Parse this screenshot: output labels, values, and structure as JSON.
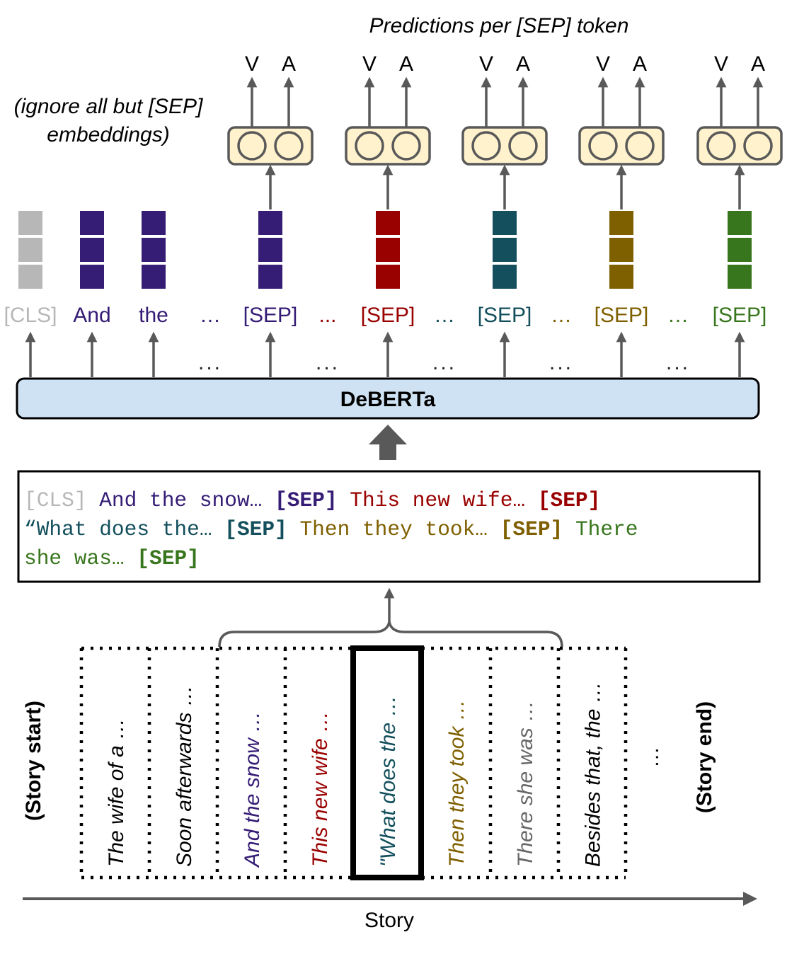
{
  "title": "Predictions per [SEP] token",
  "ignore_note": [
    "(ignore all but [SEP]",
    "embeddings)"
  ],
  "encoder_label": "DeBERTa",
  "axis_label": "Story",
  "story_start_label": "(Story start)",
  "story_end_label": "(Story end)",
  "output_labels": {
    "valence": "V",
    "arousal": "A"
  },
  "prediction_heads_count": 5,
  "colors": {
    "cls": "#b7b7b7",
    "purple": "#351c75",
    "red": "#990000",
    "teal": "#134f5c",
    "olive": "#7f6000",
    "green": "#38761d",
    "arrow": "#595959",
    "head_fill": "#fff2cc",
    "head_stroke": "#595959",
    "encoder_fill": "#cfe2f3"
  },
  "tokens": [
    {
      "text": "[CLS]",
      "color": "#b7b7b7",
      "embedding": true
    },
    {
      "text": "And",
      "color": "#351c75",
      "embedding": true
    },
    {
      "text": "the",
      "color": "#351c75",
      "embedding": true
    },
    {
      "text": "…",
      "color": "#351c75",
      "embedding": false
    },
    {
      "text": "[SEP]",
      "color": "#351c75",
      "embedding": true
    },
    {
      "text": "...",
      "color": "#990000",
      "embedding": false
    },
    {
      "text": "[SEP]",
      "color": "#990000",
      "embedding": true
    },
    {
      "text": "…",
      "color": "#134f5c",
      "embedding": false
    },
    {
      "text": "[SEP]",
      "color": "#134f5c",
      "embedding": true
    },
    {
      "text": "…",
      "color": "#7f6000",
      "embedding": false
    },
    {
      "text": "[SEP]",
      "color": "#7f6000",
      "embedding": true
    },
    {
      "text": "…",
      "color": "#38761d",
      "embedding": false
    },
    {
      "text": "[SEP]",
      "color": "#38761d",
      "embedding": true
    }
  ],
  "input_text": {
    "lines": [
      [
        {
          "text": "[CLS]",
          "color": "#b7b7b7",
          "bold": false
        },
        {
          "text": " ",
          "color": "#000000",
          "bold": false
        },
        {
          "text": "And the snow…",
          "color": "#351c75",
          "bold": false
        },
        {
          "text": " ",
          "color": "#000000",
          "bold": false
        },
        {
          "text": "[SEP]",
          "color": "#351c75",
          "bold": true
        },
        {
          "text": " ",
          "color": "#000000",
          "bold": false
        },
        {
          "text": "This new wife…",
          "color": "#990000",
          "bold": false
        },
        {
          "text": " ",
          "color": "#000000",
          "bold": false
        },
        {
          "text": "[SEP]",
          "color": "#990000",
          "bold": true
        }
      ],
      [
        {
          "text": "“What does the…",
          "color": "#134f5c",
          "bold": false
        },
        {
          "text": " ",
          "color": "#000000",
          "bold": false
        },
        {
          "text": "[SEP]",
          "color": "#134f5c",
          "bold": true
        },
        {
          "text": " ",
          "color": "#000000",
          "bold": false
        },
        {
          "text": "Then they took…",
          "color": "#7f6000",
          "bold": false
        },
        {
          "text": " ",
          "color": "#000000",
          "bold": false
        },
        {
          "text": "[SEP]",
          "color": "#7f6000",
          "bold": true
        },
        {
          "text": " ",
          "color": "#000000",
          "bold": false
        },
        {
          "text": "There",
          "color": "#38761d",
          "bold": false
        }
      ],
      [
        {
          "text": "she was…",
          "color": "#38761d",
          "bold": false
        },
        {
          "text": " ",
          "color": "#000000",
          "bold": false
        },
        {
          "text": "[SEP]",
          "color": "#38761d",
          "bold": true
        }
      ]
    ]
  },
  "story_sentences": [
    {
      "text": "The wife of a …",
      "color": "#000000",
      "highlight": false
    },
    {
      "text": "Soon afterwards …",
      "color": "#000000",
      "highlight": false
    },
    {
      "text": "And the snow …",
      "color": "#351c75",
      "highlight": false
    },
    {
      "text": "This new wife …",
      "color": "#990000",
      "highlight": false
    },
    {
      "text": "\"What does the …",
      "color": "#134f5c",
      "highlight": true
    },
    {
      "text": "Then they took …",
      "color": "#7f6000",
      "highlight": false
    },
    {
      "text": "There she was …",
      "color": "#666666",
      "highlight": false
    },
    {
      "text": "Besides that, the …",
      "color": "#000000",
      "highlight": false
    }
  ],
  "story_continuation": "…"
}
